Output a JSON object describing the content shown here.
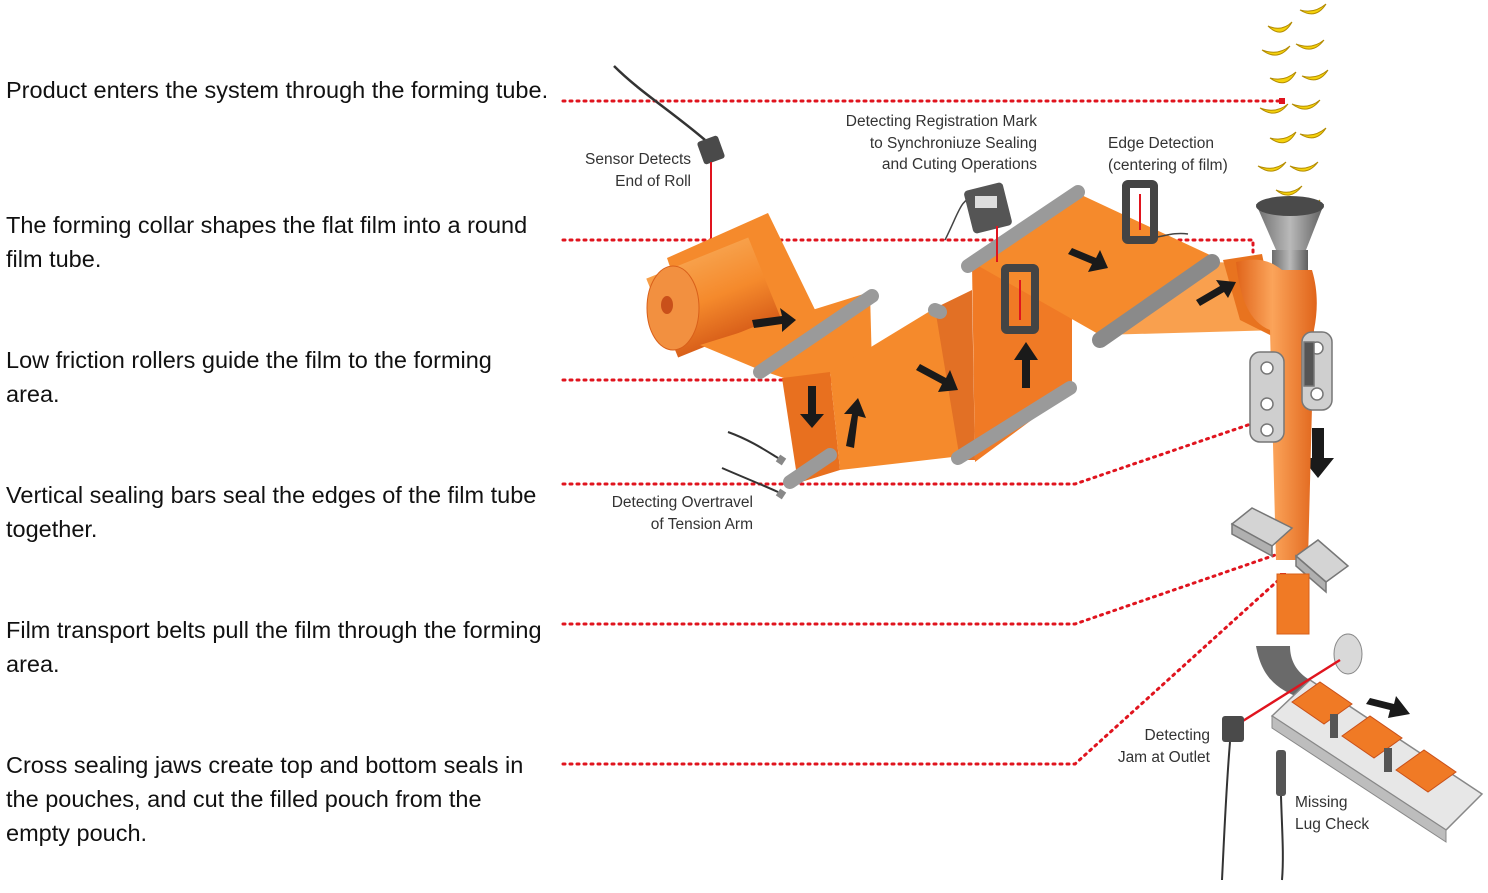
{
  "steps": [
    {
      "text": "Product enters the system through the forming tube."
    },
    {
      "text": "The forming collar shapes the flat film into a round film tube."
    },
    {
      "text": "Low friction rollers guide the film to the forming area."
    },
    {
      "text": "Vertical sealing bars seal the edges of the film tube together."
    },
    {
      "text": "Film transport belts pull the film through the forming area."
    },
    {
      "text": "Cross sealing jaws create top and bottom seals in the pouches, and cut the filled pouch from the empty pouch."
    }
  ],
  "labels": {
    "end_of_roll": "Sensor Detects\nEnd of Roll",
    "registration": "Detecting Registration Mark\nto  Synchroniuze Sealing\nand Cuting Operations",
    "edge": "Edge Detection\n(centering of film)",
    "overtravel": "Detecting Overtravel\nof Tension Arm",
    "jam": "Detecting\nJam at Outlet",
    "lug": "Missing\nLug Check"
  },
  "colors": {
    "film": "#f58a2c",
    "film_dark": "#e0641a",
    "film_light": "#f9a95c",
    "leader": "#e0141e",
    "roller": "#b7b7b7",
    "product": "#f5d20c",
    "text": "#111111"
  }
}
